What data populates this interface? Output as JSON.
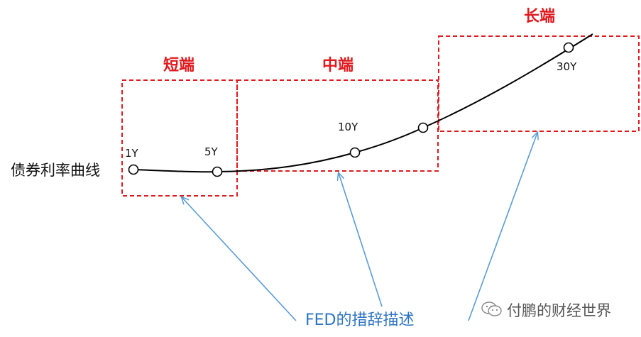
{
  "curve_label": "债券利率曲线",
  "zones": {
    "short": "短端",
    "mid": "中端",
    "long": "长端"
  },
  "points": {
    "p1": "1Y",
    "p5": "5Y",
    "p10": "10Y",
    "p30": "30Y"
  },
  "pointer_label": "FED的措辞描述",
  "watermark": {
    "icon": "wechat-icon",
    "text": "付鹏的财经世界"
  },
  "colors": {
    "zone_border": "#e0191e",
    "arrow": "#5b9bd5",
    "pointer_text": "#2e74c0",
    "curve": "#000000"
  }
}
